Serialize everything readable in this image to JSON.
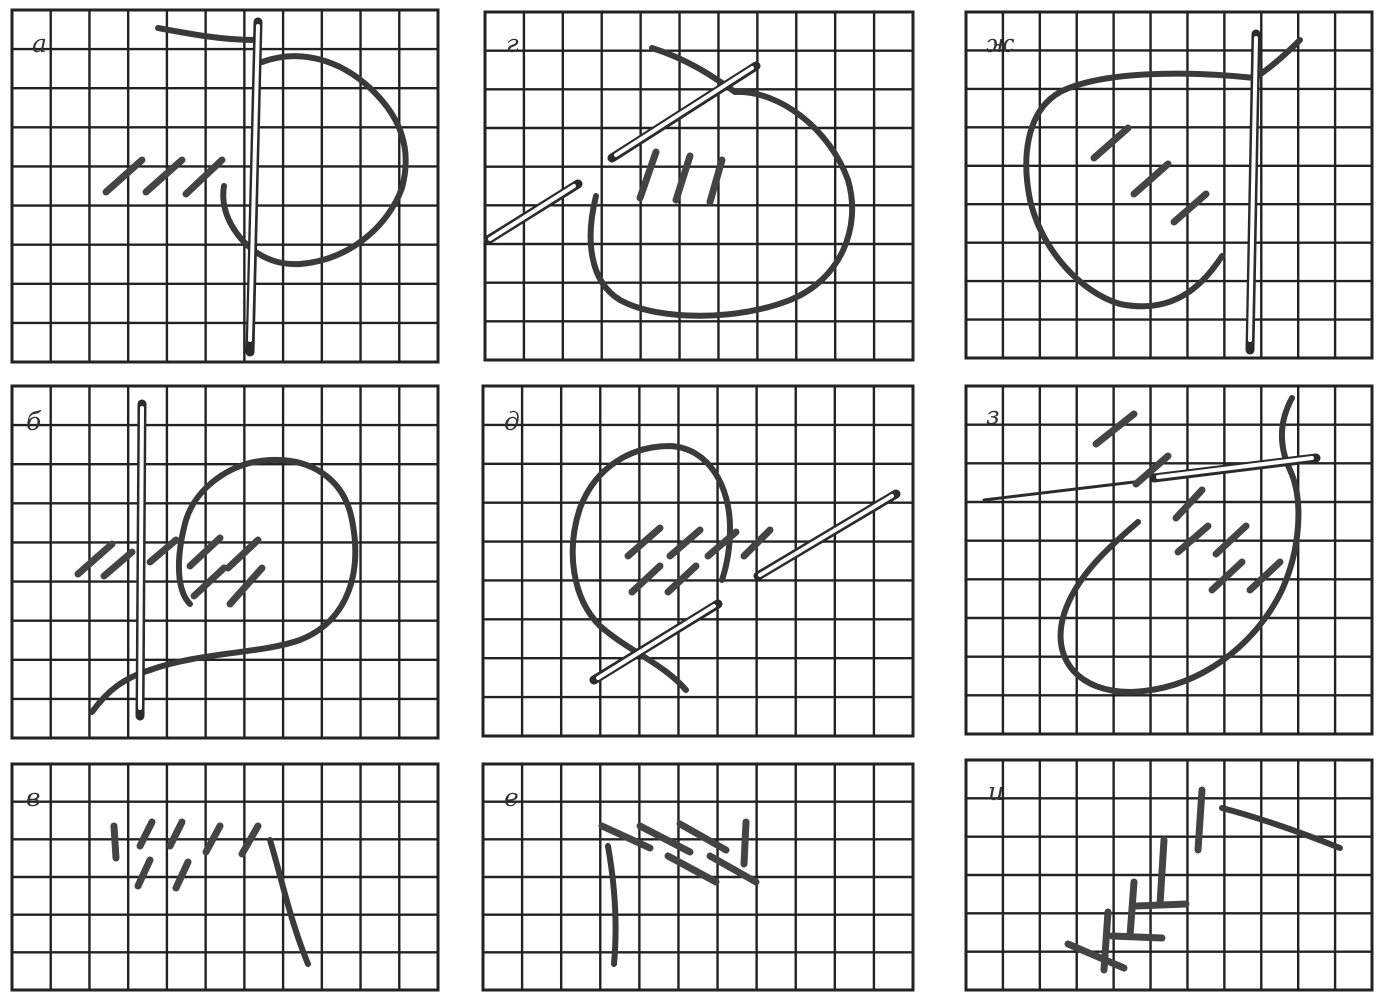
{
  "panels": [
    {
      "id": "a",
      "label": "а"
    },
    {
      "id": "g",
      "label": "г"
    },
    {
      "id": "zh",
      "label": "ж"
    },
    {
      "id": "b",
      "label": "б"
    },
    {
      "id": "d",
      "label": "д"
    },
    {
      "id": "z",
      "label": "з"
    },
    {
      "id": "v",
      "label": "в"
    },
    {
      "id": "e",
      "label": "е"
    },
    {
      "id": "i",
      "label": "и"
    }
  ]
}
